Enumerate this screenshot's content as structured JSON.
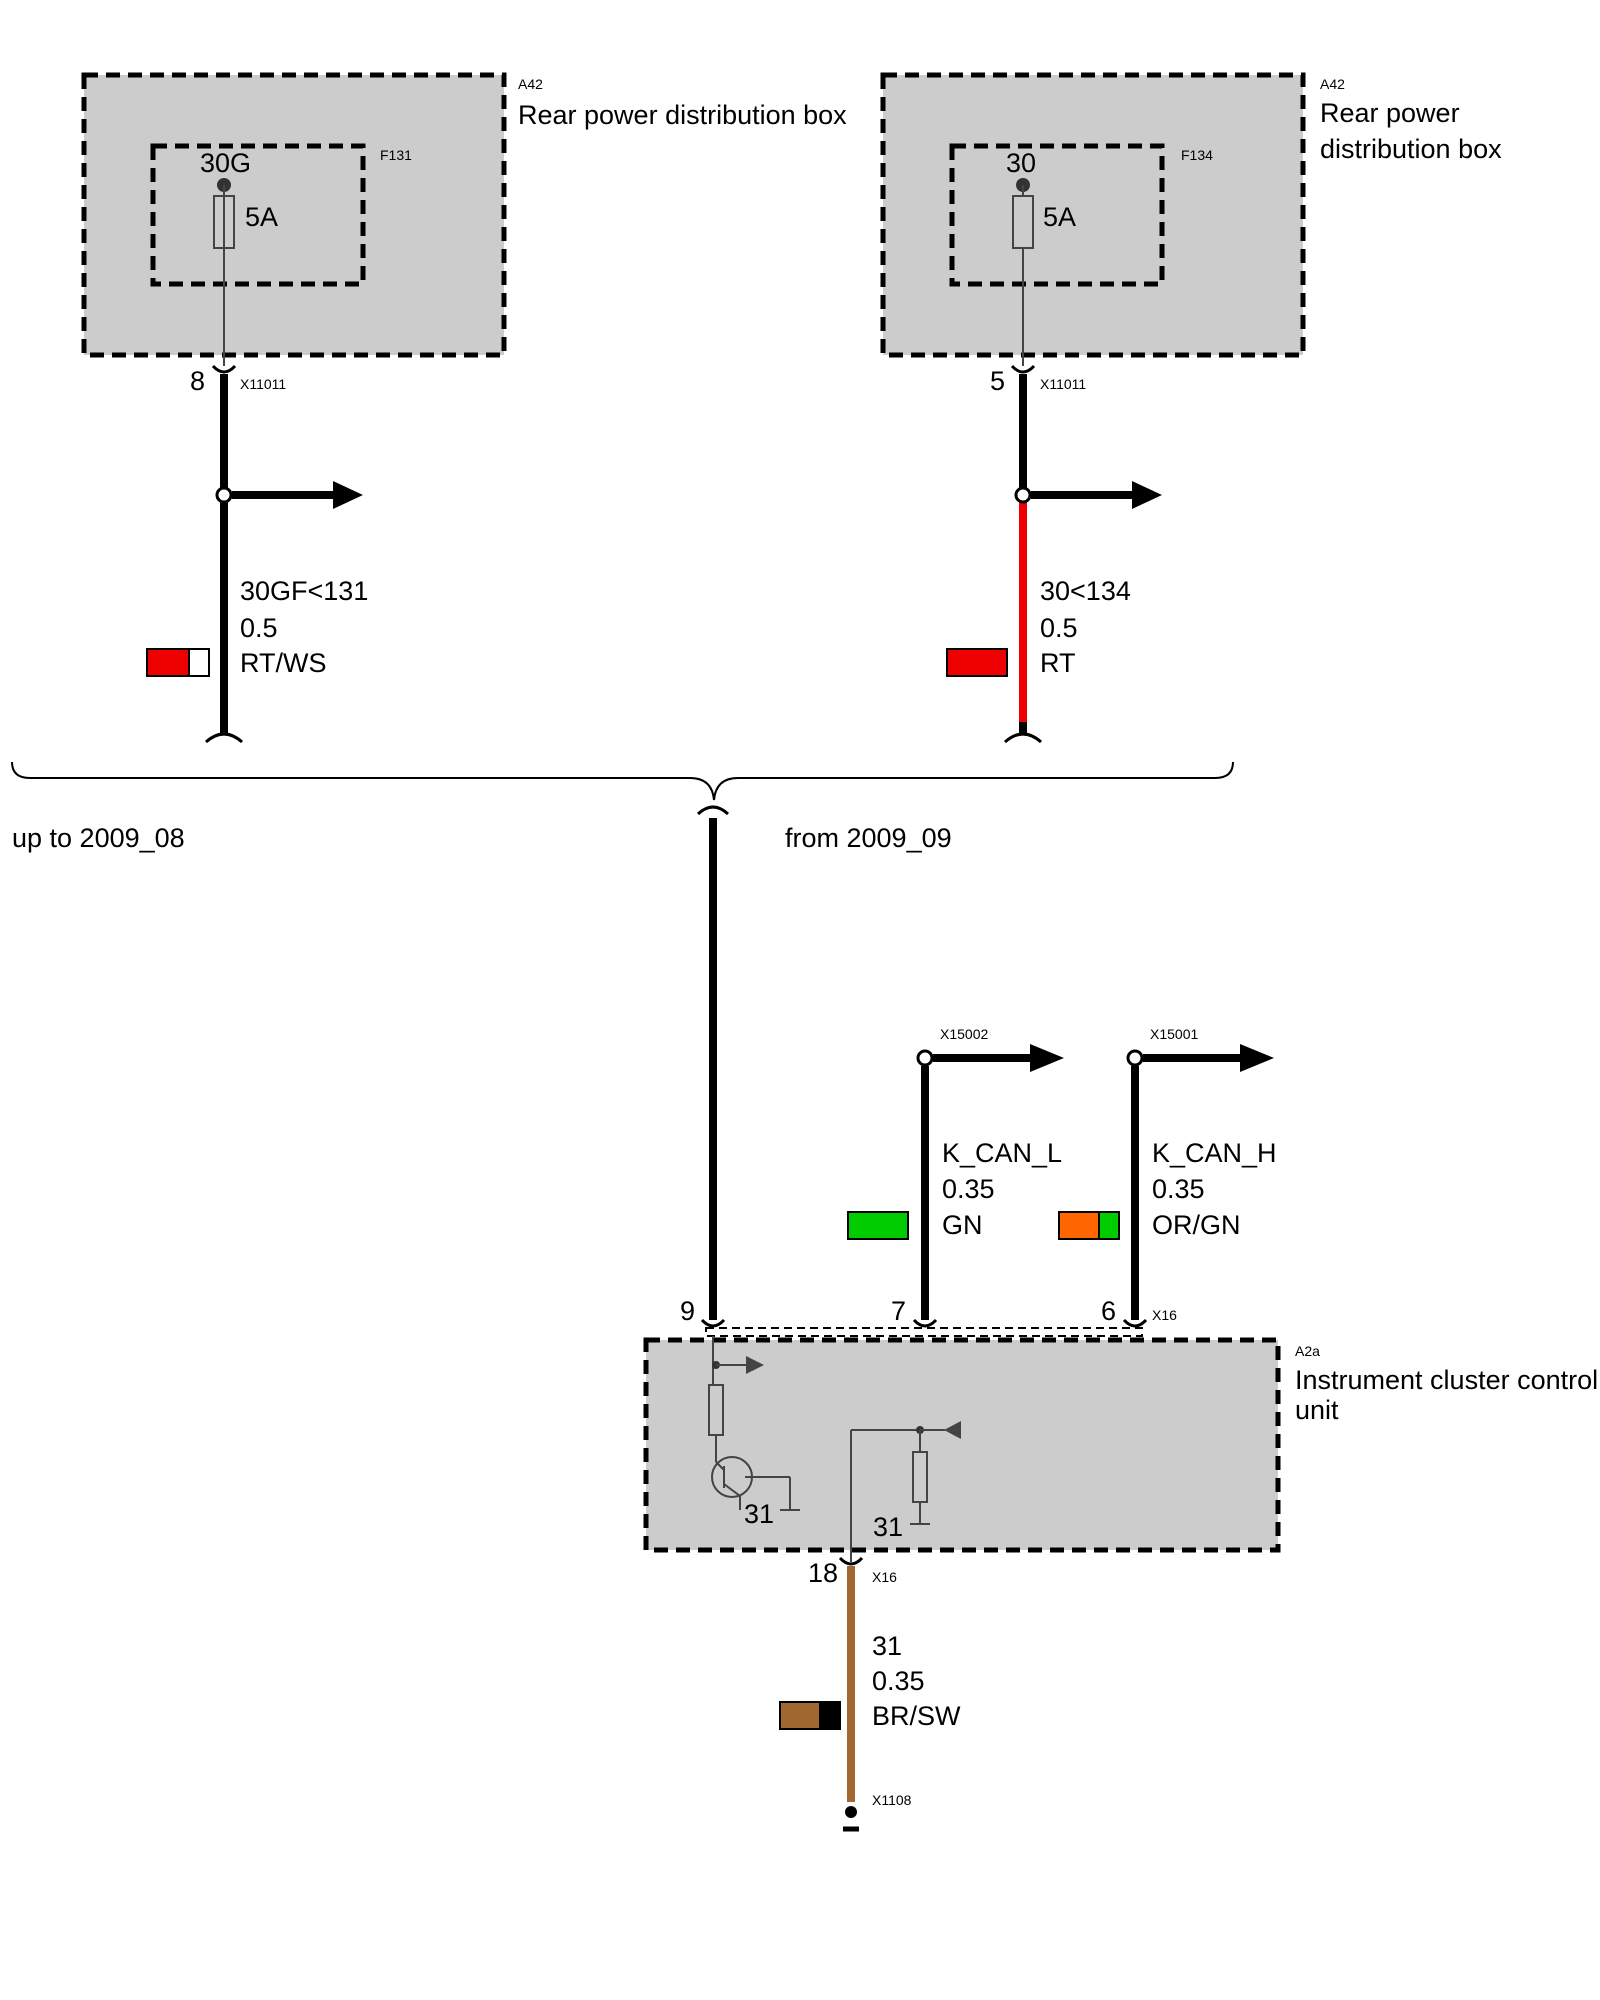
{
  "modules": {
    "a42_left": {
      "code": "A42",
      "name": "Rear power distribution box"
    },
    "a42_right": {
      "code": "A42",
      "name_line1": "Rear power",
      "name_line2": "distribution box"
    },
    "a2a": {
      "code": "A2a",
      "name_line1": "Instrument cluster control",
      "name_line2": "unit"
    }
  },
  "fuses": {
    "f131": {
      "code": "F131",
      "terminal": "30G",
      "rating": "5A"
    },
    "f134": {
      "code": "F134",
      "terminal": "30",
      "rating": "5A"
    }
  },
  "connectors": {
    "left_top": {
      "pin": "8",
      "name": "X11011"
    },
    "right_top": {
      "pin": "5",
      "name": "X11011"
    },
    "x16_pin9": {
      "pin": "9"
    },
    "x16_pin7": {
      "pin": "7"
    },
    "x16_pin6": {
      "pin": "6",
      "name": "X16"
    },
    "x16_pin18": {
      "pin": "18",
      "name": "X16"
    },
    "x15002": {
      "name": "X15002"
    },
    "x15001": {
      "name": "X15001"
    },
    "x1108": {
      "name": "X1108"
    }
  },
  "wires": {
    "left": {
      "signal": "30GF<131",
      "section": "0.5",
      "color": "RT/WS",
      "swatch": [
        "#ee0000",
        "#ffffff"
      ]
    },
    "right": {
      "signal": "30<134",
      "section": "0.5",
      "color": "RT",
      "swatch": [
        "#ee0000"
      ],
      "stroke": "#ee0000"
    },
    "kcanl": {
      "signal": "K_CAN_L",
      "section": "0.35",
      "color": "GN",
      "swatch": [
        "#00cc00"
      ]
    },
    "kcanh": {
      "signal": "K_CAN_H",
      "section": "0.35",
      "color": "OR/GN",
      "swatch": [
        "#ff6600",
        "#00cc00"
      ]
    },
    "ground": {
      "signal": "31",
      "section": "0.35",
      "color": "BR/SW",
      "swatch": [
        "#a06830",
        "#000000"
      ],
      "stroke": "#a06830"
    }
  },
  "variants": {
    "left": "up to 2009_08",
    "right": "from 2009_09"
  },
  "internal": {
    "ground_left": "31",
    "ground_right": "31"
  }
}
